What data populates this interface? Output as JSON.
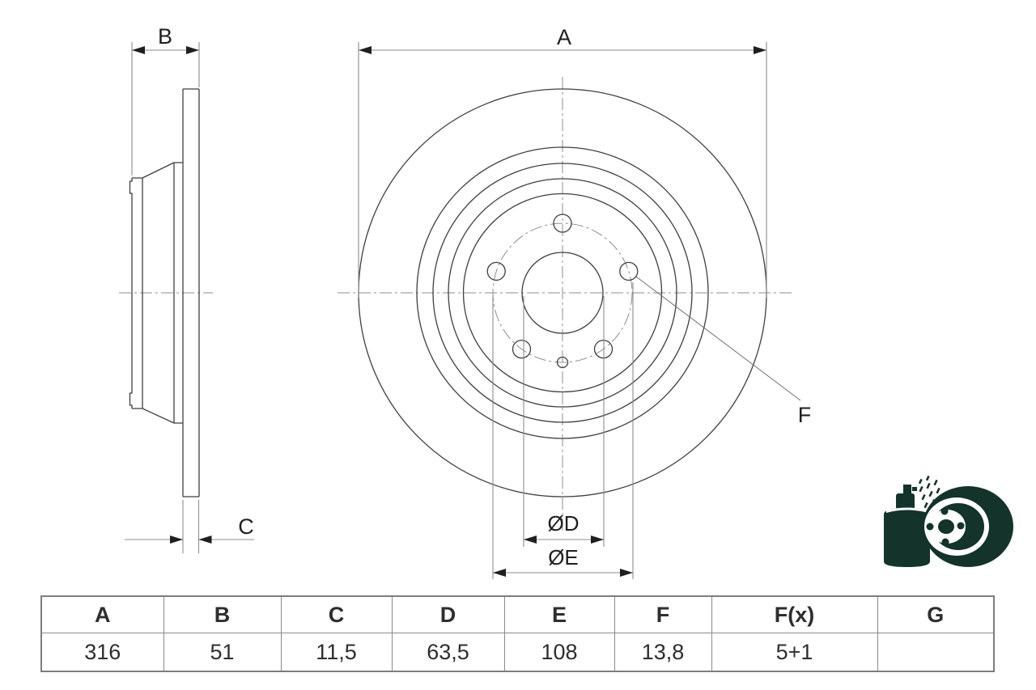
{
  "drawing": {
    "labels": {
      "A": "A",
      "B": "B",
      "C": "C",
      "F": "F",
      "OD": "ØD",
      "OE": "ØE"
    }
  },
  "spec_table": {
    "headers": [
      "A",
      "B",
      "C",
      "D",
      "E",
      "F",
      "F(x)",
      "G"
    ],
    "values": [
      "316",
      "51",
      "11,5",
      "63,5",
      "108",
      "13,8",
      "5+1",
      ""
    ]
  },
  "icon": {
    "name": "spray-coated-brake-disc-icon"
  },
  "colors": {
    "contour": "#3f3f3f",
    "dimension_lines": "#8c8c8c",
    "label_text": "#1f1f1f",
    "table_border": "#8a8a8a",
    "icon_fill": "#14332a"
  }
}
